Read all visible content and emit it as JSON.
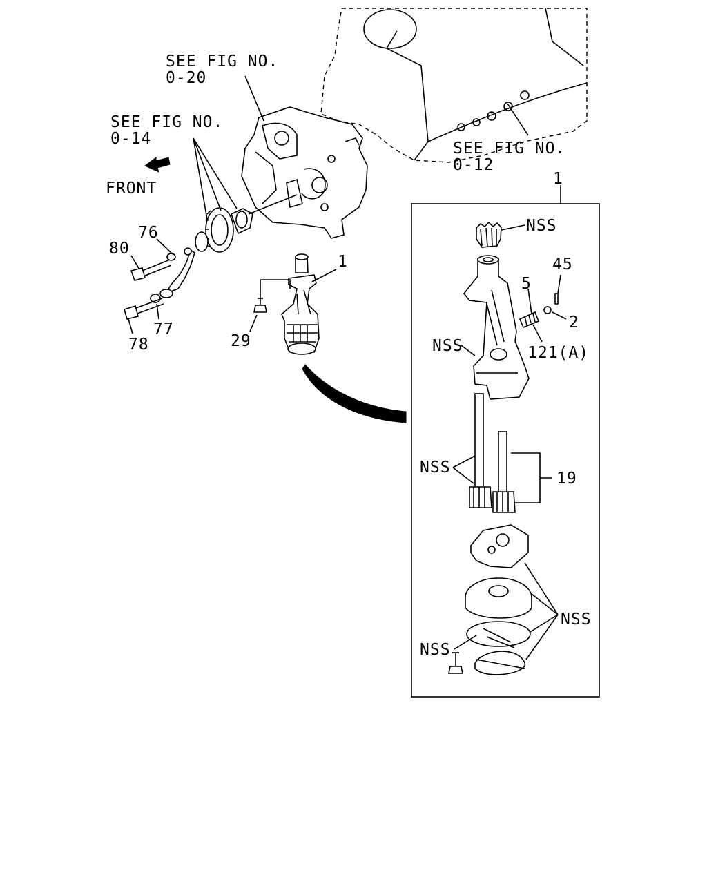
{
  "colors": {
    "ink": "#000000",
    "paper": "#ffffff"
  },
  "references": {
    "fig_0_20": {
      "line1": "SEE FIG NO.",
      "line2": "0-20"
    },
    "fig_0_14": {
      "line1": "SEE FIG NO.",
      "line2": "0-14"
    },
    "fig_0_12": {
      "line1": "SEE FIG NO.",
      "line2": "0-12"
    }
  },
  "direction": {
    "label": "FRONT",
    "icon": "front-arrow-icon"
  },
  "callouts": {
    "c76": "76",
    "c80": "80",
    "c77": "77",
    "c78": "78",
    "c29": "29",
    "c1_main": "1",
    "c1_box": "1",
    "nss_gear": "NSS",
    "c45": "45",
    "c5": "5",
    "c2": "2",
    "c121a": "121(A)",
    "nss_body": "NSS",
    "nss_shafts": "NSS",
    "c19": "19",
    "nss_cover": "NSS",
    "nss_bolt": "NSS"
  }
}
